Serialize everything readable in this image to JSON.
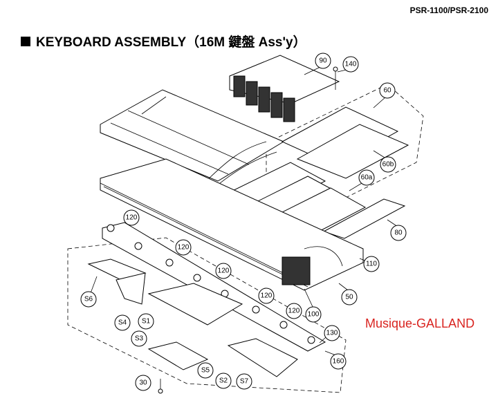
{
  "header": {
    "model": "PSR-1100/PSR-2100",
    "title": "KEYBOARD ASSEMBLY（16M 鍵盤 Ass'y）"
  },
  "watermark": "Musique-GALLAND",
  "callouts": [
    "90",
    "140",
    "60",
    "60b",
    "60a",
    "80",
    "110",
    "50",
    "100",
    "120",
    "120",
    "120",
    "120",
    "120",
    "120",
    "130",
    "160",
    "S6",
    "S4",
    "S1",
    "S3",
    "S5",
    "S2",
    "S7",
    "30"
  ]
}
